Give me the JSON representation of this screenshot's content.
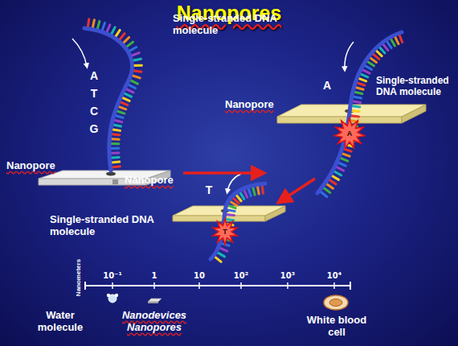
{
  "diagram": {
    "title": "Nanopores",
    "labels": [
      "Single-stranded DNA molecule",
      "A",
      "T",
      "C",
      "G",
      "Nanopore",
      "A",
      "Nanopore",
      "Single-stranded DNA molecule",
      "A",
      "T",
      "Nanopore",
      "Single-stranded DNA molecule",
      "T",
      "Nanometers",
      "10⁻¹",
      "1",
      "10",
      "10²",
      "10³",
      "10⁴",
      "Water molecule",
      "Nanodevices Nanopores",
      "White blood cell"
    ]
  }
}
